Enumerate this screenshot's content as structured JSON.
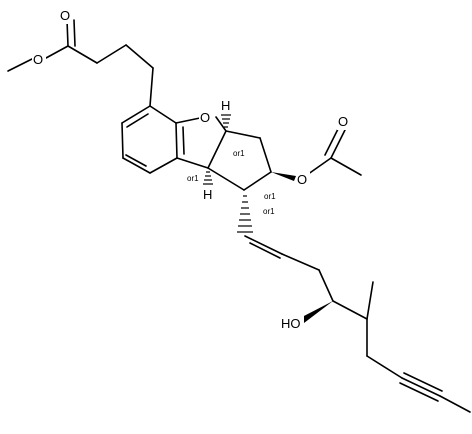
{
  "atoms": {
    "ester_o_double": "O",
    "ester_o_single": "O",
    "furan_o": "O",
    "acetate_o_double": "O",
    "acetate_o_single": "O",
    "hydroxyl": "HO",
    "h_top": "H",
    "h_bottom": "H"
  },
  "stereo_labels": [
    "or1",
    "or1",
    "or1",
    "or1"
  ]
}
